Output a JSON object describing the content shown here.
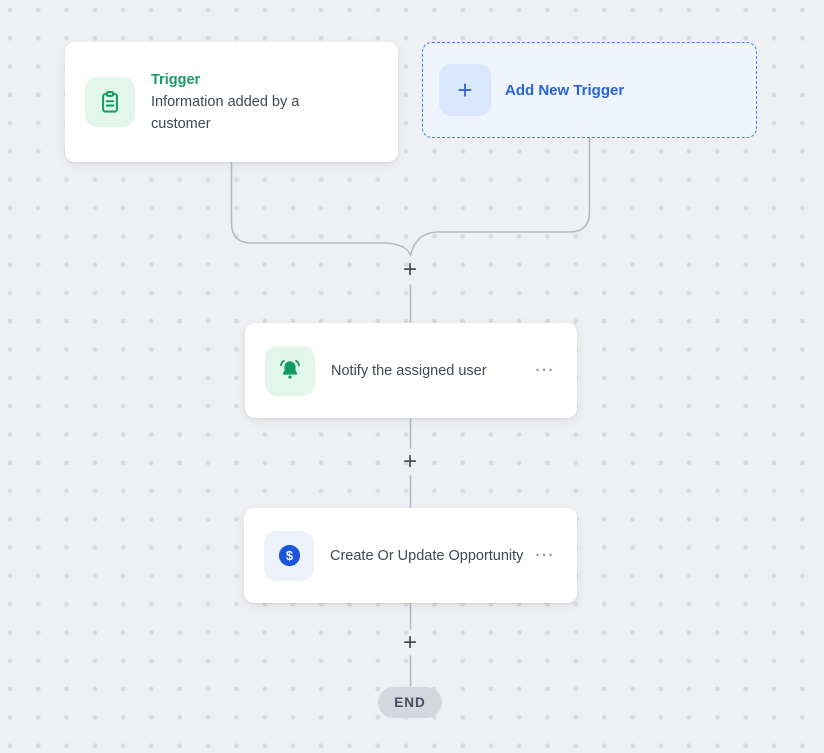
{
  "colors": {
    "canvas_bg": "#eef0f3",
    "dot": "#d7dade",
    "green_accent": "#13a061",
    "green_icon_bg": "#e3f6ec",
    "blue_accent": "#2a63da",
    "blue_dashed_border": "#3f7cf6",
    "blue_panel_bg": "#eef5fe",
    "dollar_circle": "#1a56db",
    "connector_line": "#b3b9c4",
    "end_pill_bg": "#d4d7dd"
  },
  "trigger_card": {
    "title": "Trigger",
    "description": "Information added by a customer"
  },
  "add_new_trigger": {
    "label": "Add New Trigger",
    "plus_glyph": "+"
  },
  "action_nodes": [
    {
      "title": "Notify the assigned user",
      "icon": "bell-icon",
      "menu_glyph": "···"
    },
    {
      "title": "Create Or Update Opportunity",
      "icon": "dollar-icon",
      "icon_glyph": "$",
      "menu_glyph": "···"
    }
  ],
  "connectors": {
    "plus_glyph": "+"
  },
  "end_badge": {
    "label": "END"
  }
}
